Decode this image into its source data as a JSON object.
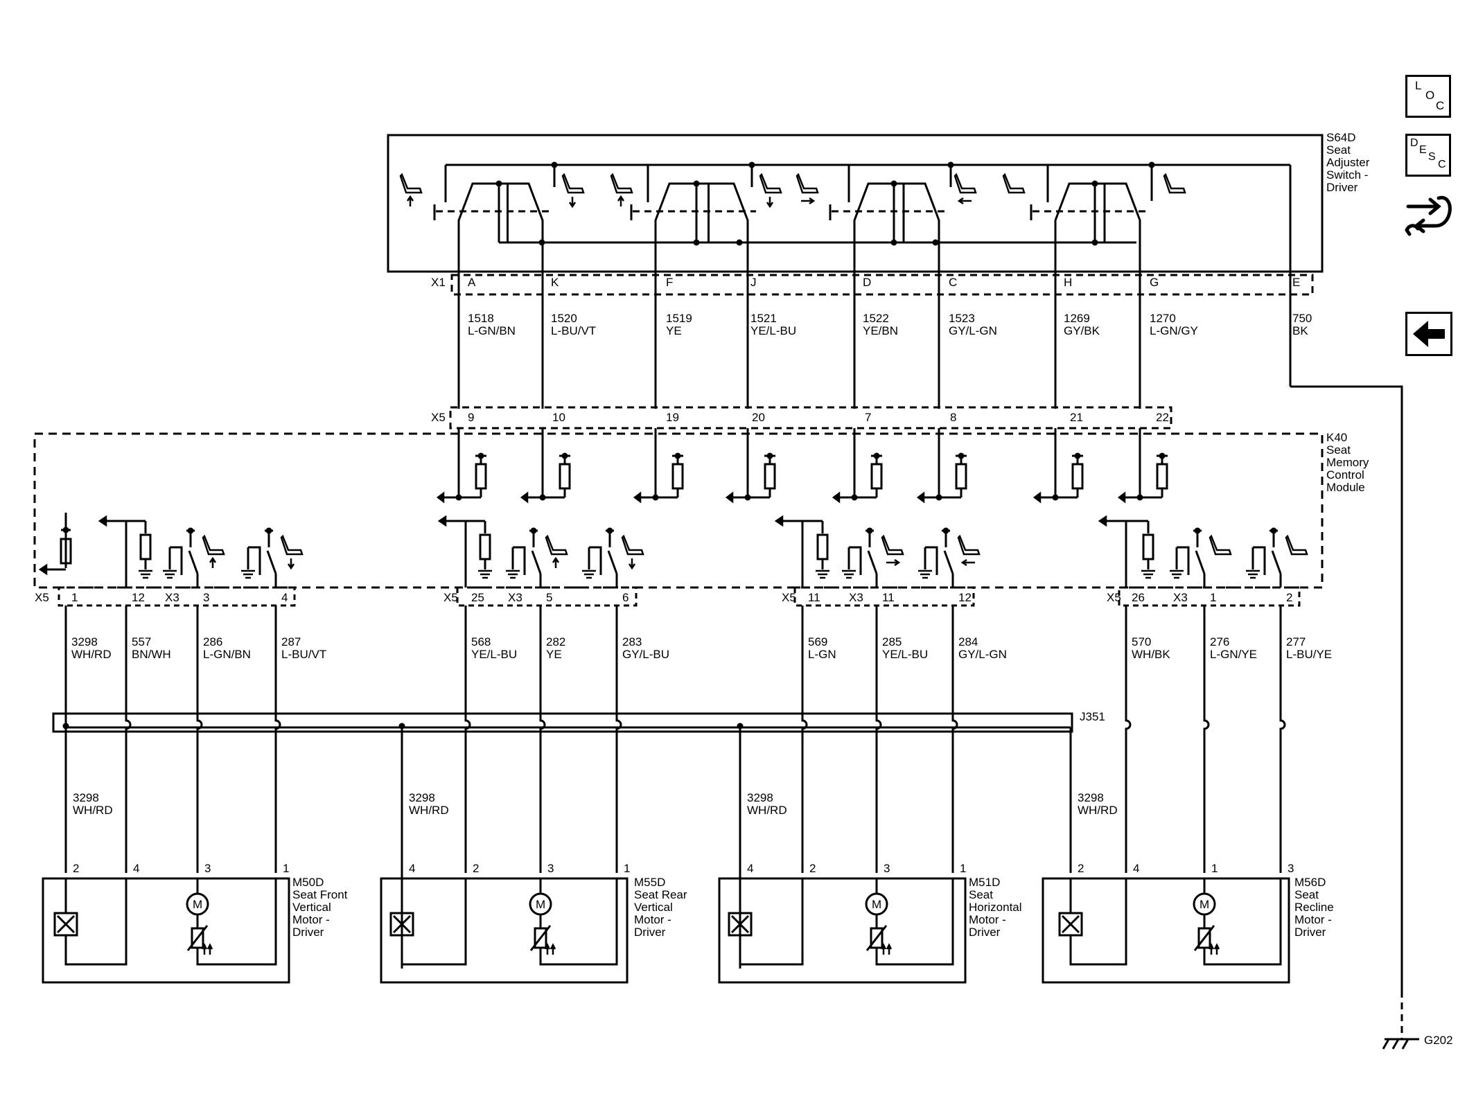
{
  "switch": {
    "lines": [
      "S64D",
      "Seat",
      "Adjuster",
      "Switch -",
      "Driver"
    ]
  },
  "x1": {
    "label": "X1",
    "pins": [
      "A",
      "K",
      "F",
      "J",
      "D",
      "C",
      "H",
      "G",
      "E"
    ],
    "wires": [
      {
        "num": "1518",
        "color": "L-GN/BN"
      },
      {
        "num": "1520",
        "color": "L-BU/VT"
      },
      {
        "num": "1519",
        "color": "YE"
      },
      {
        "num": "1521",
        "color": "YE/L-BU"
      },
      {
        "num": "1522",
        "color": "YE/BN"
      },
      {
        "num": "1523",
        "color": "GY/L-GN"
      },
      {
        "num": "1269",
        "color": "GY/BK"
      },
      {
        "num": "1270",
        "color": "L-GN/GY"
      },
      {
        "num": "750",
        "color": "BK"
      }
    ]
  },
  "x5_top": {
    "label": "X5",
    "pins": [
      "9",
      "10",
      "19",
      "20",
      "7",
      "8",
      "21",
      "22"
    ]
  },
  "module": {
    "lines": [
      "K40",
      "Seat",
      "Memory",
      "Control",
      "Module"
    ]
  },
  "bottom_groups": [
    {
      "x5": "X5",
      "x3": "X3",
      "pins": [
        "1",
        "12",
        "3",
        "4"
      ],
      "wires": [
        {
          "num": "3298",
          "color": "WH/RD"
        },
        {
          "num": "557",
          "color": "BN/WH"
        },
        {
          "num": "286",
          "color": "L-GN/BN"
        },
        {
          "num": "287",
          "color": "L-BU/VT"
        }
      ]
    },
    {
      "x5": "X5",
      "x3": "X3",
      "pins": [
        "25",
        "5",
        "6"
      ],
      "wires": [
        {
          "num": "568",
          "color": "YE/L-BU"
        },
        {
          "num": "282",
          "color": "YE"
        },
        {
          "num": "283",
          "color": "GY/L-BU"
        }
      ]
    },
    {
      "x5": "X5",
      "x3": "X3",
      "pins": [
        "11",
        "11",
        "12"
      ],
      "wires": [
        {
          "num": "569",
          "color": "L-GN"
        },
        {
          "num": "285",
          "color": "YE/L-BU"
        },
        {
          "num": "284",
          "color": "GY/L-GN"
        }
      ]
    },
    {
      "x5": "X5",
      "x3": "X3",
      "pins": [
        "26",
        "1",
        "2"
      ],
      "wires": [
        {
          "num": "570",
          "color": "WH/BK"
        },
        {
          "num": "276",
          "color": "L-GN/YE"
        },
        {
          "num": "277",
          "color": "L-BU/YE"
        }
      ]
    }
  ],
  "splice": {
    "label": "J351"
  },
  "motors": [
    {
      "lines": [
        "M50D",
        "Seat Front",
        "Vertical",
        "Motor -",
        "Driver"
      ],
      "pins": [
        "2",
        "4",
        "3",
        "1"
      ],
      "wire": {
        "num": "3298",
        "color": "WH/RD"
      }
    },
    {
      "lines": [
        "M55D",
        "Seat Rear",
        "Vertical",
        "Motor -",
        "Driver"
      ],
      "pins": [
        "4",
        "2",
        "3",
        "1"
      ],
      "wire": {
        "num": "3298",
        "color": "WH/RD"
      }
    },
    {
      "lines": [
        "M51D",
        "Seat",
        "Horizontal",
        "Motor -",
        "Driver"
      ],
      "pins": [
        "4",
        "2",
        "3",
        "1"
      ],
      "wire": {
        "num": "3298",
        "color": "WH/RD"
      }
    },
    {
      "lines": [
        "M56D",
        "Seat",
        "Recline",
        "Motor -",
        "Driver"
      ],
      "pins": [
        "2",
        "4",
        "1",
        "3"
      ],
      "wire": {
        "num": "3298",
        "color": "WH/RD"
      }
    }
  ],
  "motor_symbol": "M",
  "ground": {
    "label": "G202"
  },
  "side_buttons": {
    "loc": [
      "L",
      "O",
      "C"
    ],
    "desc": [
      "D",
      "E",
      "S",
      "C"
    ]
  }
}
